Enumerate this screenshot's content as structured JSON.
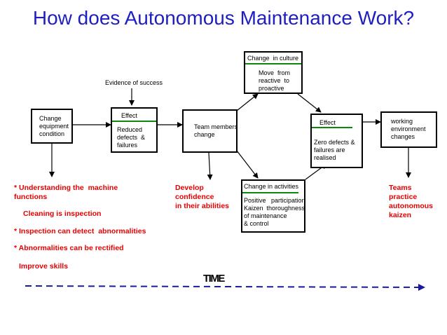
{
  "title": "How does Autonomous Maintenance Work?",
  "box_change_equipment": "Change\nequipment\ncondition",
  "evidence_label": "Evidence of success",
  "box_effect1": {
    "header": "Effect",
    "body": "Reduced\ndefects  &\nfailures"
  },
  "box_team": "Team members\nchange",
  "box_culture": {
    "header": "Change  in culture",
    "body": "Move  from\nreactive  to\nproactive"
  },
  "box_activities": {
    "header": "Change in activities",
    "body": "Positive   participation\nKaizen  thoroughness\nof maintenance\n& control"
  },
  "box_effect2": {
    "header": "Effect",
    "body": "Zero defects &\nfailures are\nrealised"
  },
  "box_working": "working\nenvironment\nchanges",
  "left_points": {
    "p1": "* Understanding the  machine\nfunctions",
    "p2": "Cleaning is inspection",
    "p3": "* Inspection can detect  abnormalities",
    "p4": "* Abnormalities can be rectified",
    "p5": "Improve skills"
  },
  "mid_outcome": "Develop\nconfidence\nin their abilities",
  "right_outcome": "Teams\npractice\nautonomous\nkaizen",
  "time_label": "TIME",
  "colors": {
    "title": "#1f1fbf",
    "outcome": "#e60000",
    "header_line": "#0a8a0a",
    "timeline": "#1a1aa0"
  }
}
